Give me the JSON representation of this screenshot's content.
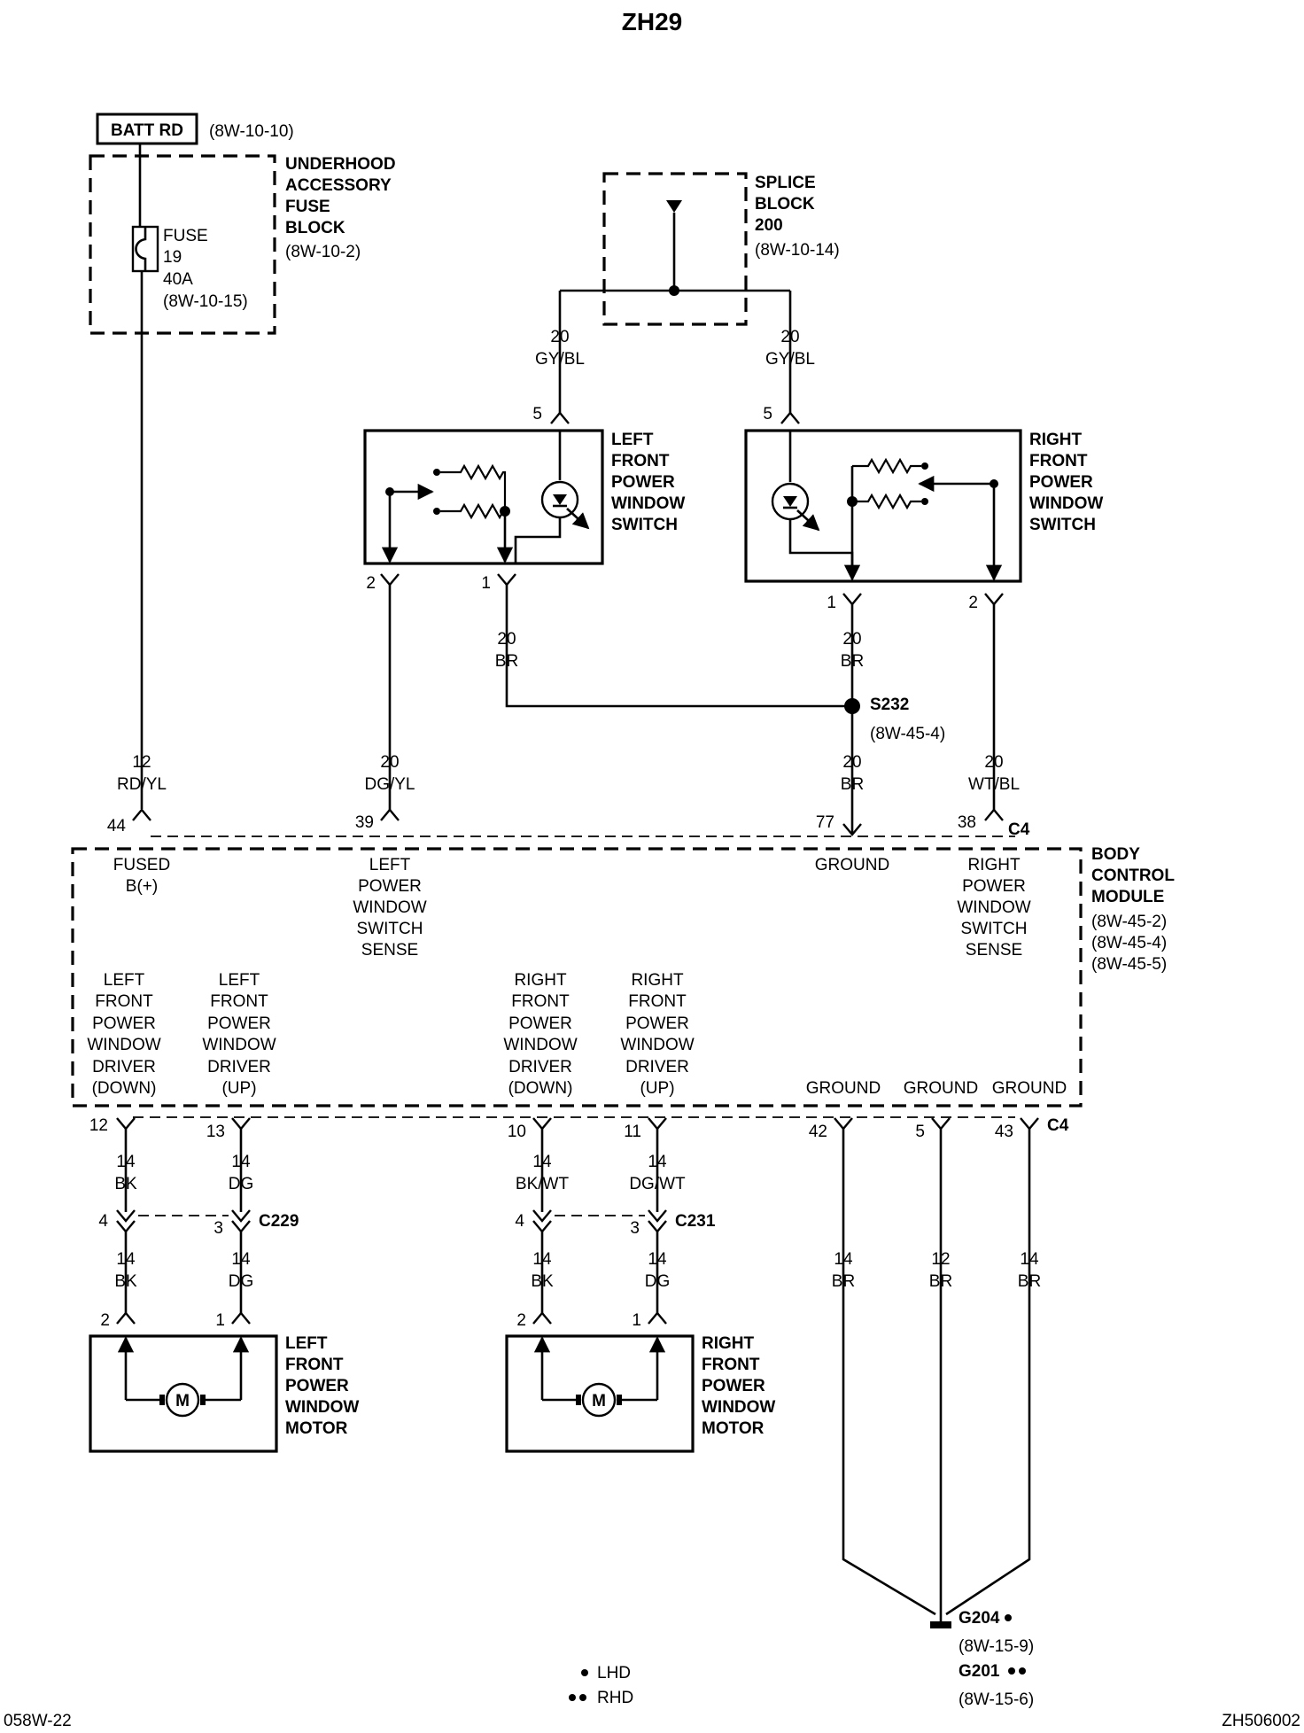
{
  "title": "ZH29",
  "footer": {
    "left": "058W-22",
    "right": "ZH506002"
  },
  "legend": {
    "lhd": "LHD",
    "rhd": "RHD"
  },
  "batt": {
    "label": "BATT RD",
    "ref": "(8W-10-10)"
  },
  "fuse_block": {
    "lines": [
      "UNDERHOOD",
      "ACCESSORY",
      "FUSE",
      "BLOCK"
    ],
    "ref": "(8W-10-2)",
    "fuse_lines": [
      "FUSE",
      "19",
      "40A",
      "(8W-10-15)"
    ]
  },
  "splice_block": {
    "lines": [
      "SPLICE",
      "BLOCK",
      "200"
    ],
    "ref": "(8W-10-14)"
  },
  "left_switch": {
    "lines": [
      "LEFT",
      "FRONT",
      "POWER",
      "WINDOW",
      "SWITCH"
    ],
    "top_pin": "5",
    "top_wire": [
      "20",
      "GY/BL"
    ],
    "pin2": "2",
    "pin1": "1",
    "pin1_wire": [
      "20",
      "BR"
    ]
  },
  "right_switch": {
    "lines": [
      "RIGHT",
      "FRONT",
      "POWER",
      "WINDOW",
      "SWITCH"
    ],
    "top_pin": "5",
    "top_wire": [
      "20",
      "GY/BL"
    ],
    "pin1": "1",
    "pin2": "2",
    "pin1_wire": [
      "20",
      "BR"
    ]
  },
  "splice_s232": {
    "label": "S232",
    "ref": "(8W-45-4)"
  },
  "bcm_upper": {
    "connector": "C4",
    "wires": [
      {
        "pin": "44",
        "gauge": "12",
        "color": "RD/YL",
        "label": [
          "FUSED",
          "B(+)"
        ]
      },
      {
        "pin": "39",
        "gauge": "20",
        "color": "DG/YL",
        "label": [
          "LEFT",
          "POWER",
          "WINDOW",
          "SWITCH",
          "SENSE"
        ]
      },
      {
        "pin": "77",
        "gauge": "20",
        "color": "BR",
        "label": [
          "GROUND"
        ]
      },
      {
        "pin": "38",
        "gauge": "20",
        "color": "WT/BL",
        "label": [
          "RIGHT",
          "POWER",
          "WINDOW",
          "SWITCH",
          "SENSE"
        ]
      }
    ]
  },
  "bcm": {
    "lines": [
      "BODY",
      "CONTROL",
      "MODULE"
    ],
    "refs": [
      "(8W-45-2)",
      "(8W-45-4)",
      "(8W-45-5)"
    ]
  },
  "bcm_lower": {
    "connector": "C4",
    "drivers": [
      {
        "label": [
          "LEFT",
          "FRONT",
          "POWER",
          "WINDOW",
          "DRIVER",
          "(DOWN)"
        ],
        "pin": "12",
        "gauge": "14",
        "color": "BK",
        "cpin": "4",
        "gauge2": "14",
        "color2": "BK",
        "mpin": "2"
      },
      {
        "label": [
          "LEFT",
          "FRONT",
          "POWER",
          "WINDOW",
          "DRIVER",
          "(UP)"
        ],
        "pin": "13",
        "gauge": "14",
        "color": "DG",
        "cpin": "3",
        "gauge2": "14",
        "color2": "DG",
        "mpin": "1"
      },
      {
        "label": [
          "RIGHT",
          "FRONT",
          "POWER",
          "WINDOW",
          "DRIVER",
          "(DOWN)"
        ],
        "pin": "10",
        "gauge": "14",
        "color": "BK/WT",
        "cpin": "4",
        "gauge2": "14",
        "color2": "BK",
        "mpin": "2"
      },
      {
        "label": [
          "RIGHT",
          "FRONT",
          "POWER",
          "WINDOW",
          "DRIVER",
          "(UP)"
        ],
        "pin": "11",
        "gauge": "14",
        "color": "DG/WT",
        "cpin": "3",
        "gauge2": "14",
        "color2": "DG",
        "mpin": "1"
      }
    ],
    "grounds": [
      {
        "label": "GROUND",
        "pin": "42",
        "gauge": "14",
        "color": "BR"
      },
      {
        "label": "GROUND",
        "pin": "5",
        "gauge": "12",
        "color": "BR"
      },
      {
        "label": "GROUND",
        "pin": "43",
        "gauge": "14",
        "color": "BR"
      }
    ]
  },
  "connectors": {
    "left": "C229",
    "right": "C231"
  },
  "left_motor": {
    "lines": [
      "LEFT",
      "FRONT",
      "POWER",
      "WINDOW",
      "MOTOR"
    ],
    "symbol": "M"
  },
  "right_motor": {
    "lines": [
      "RIGHT",
      "FRONT",
      "POWER",
      "WINDOW",
      "MOTOR"
    ],
    "symbol": "M"
  },
  "ground": {
    "g204": "G204",
    "g204_ref": "(8W-15-9)",
    "g201": "G201",
    "g201_ref": "(8W-15-6)"
  }
}
